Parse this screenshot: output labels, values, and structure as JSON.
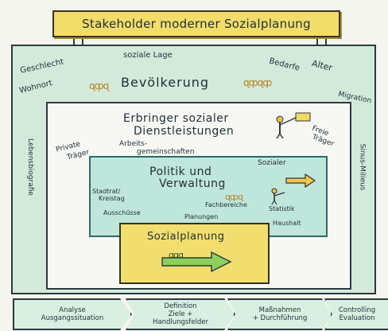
{
  "title": "Stakeholder moderner Sozialplanung",
  "outer": {
    "label": "Bevölkerung",
    "tags": {
      "geschlecht": "Geschlecht",
      "soziale_lage": "soziale Lage",
      "bedarfe": "Bedarfe",
      "alter": "Alter",
      "wohnort": "Wohnort",
      "migration": "Migration",
      "lebensbiografie": "Lebensbiografie",
      "sinus_milieus": "Sinus-Milieus"
    }
  },
  "middle": {
    "label_line1": "Erbringer sozialer",
    "label_line2": "Dienstleistungen",
    "private_traeger_1": "Private",
    "private_traeger_2": "Träger",
    "freie_traeger_1": "Freie",
    "freie_traeger_2": "Träger",
    "arbeitsgemeinschaften_1": "Arbeits-",
    "arbeitsgemeinschaften_2": "gemeinschaften"
  },
  "inner": {
    "label_line1": "Politik und",
    "label_line2": "Verwaltung",
    "sozialer": "Sozialer",
    "stadtrat_1": "Stadtrat/",
    "stadtrat_2": "Kreistag",
    "ausschuesse": "Ausschüsse",
    "fachbereiche": "Fachbereiche",
    "statistik": "Statistik",
    "planungen": "Planungen",
    "haushalt": "Haushalt"
  },
  "core": {
    "label": "Sozialplanung"
  },
  "process": [
    {
      "line1": "Analyse",
      "line2": "Ausgangssituation"
    },
    {
      "line1": "Definition",
      "line2": "Ziele +",
      "line3": "Handlungsfelder"
    },
    {
      "line1": "Maßnahmen",
      "line2": "+ Durchführung"
    },
    {
      "line1": "Controlling",
      "line2": "Evaluation"
    }
  ]
}
